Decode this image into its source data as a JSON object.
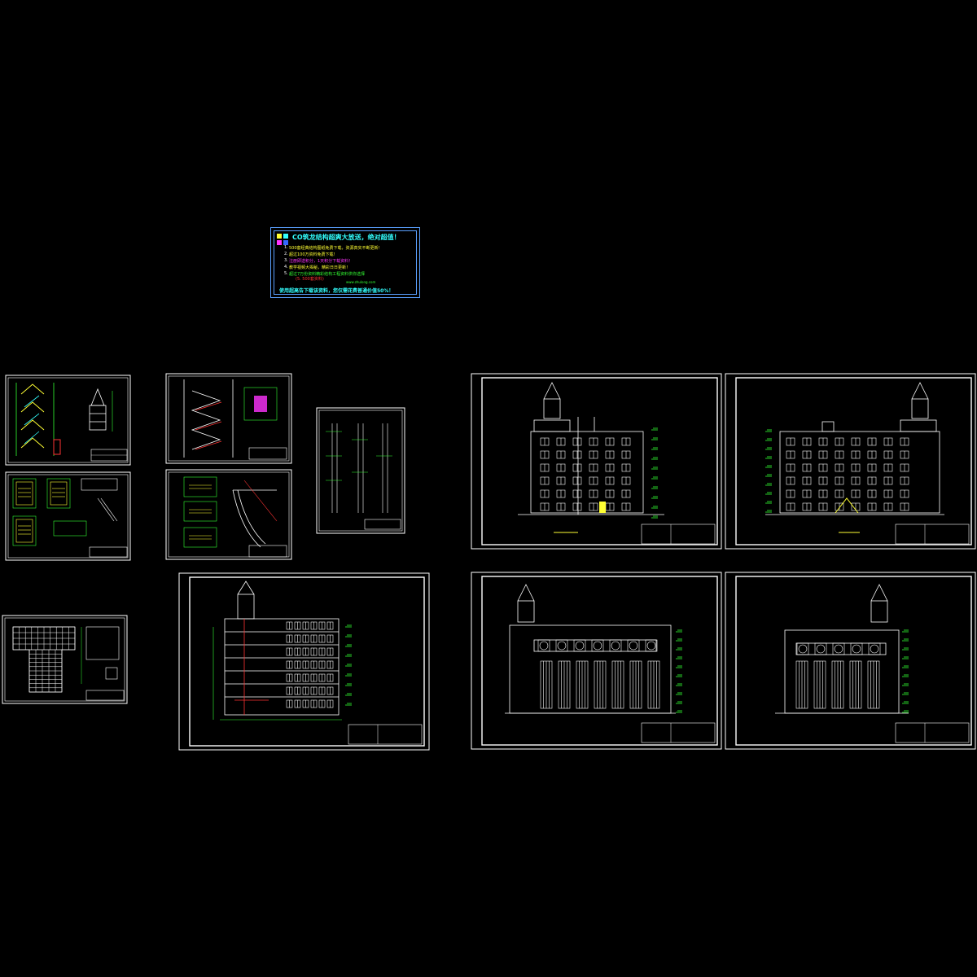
{
  "ad": {
    "title": "CO筑龙结构超爽大放送，绝对超值！",
    "lines": [
      {
        "num": "1.",
        "text": "500套经典结构图纸免费下载，资源真实不断更新！",
        "color": "#ffff33"
      },
      {
        "num": "2.",
        "text": "超过100万资料免费下载！",
        "color": "#ffff33"
      },
      {
        "num": "3.",
        "text": "注册即送积分，1天积分下载资料！",
        "color": "#ff33ff"
      },
      {
        "num": "4.",
        "text": "教学视频大揭秘，精彩日日更新！",
        "color": "#ffff33"
      },
      {
        "num": "5.",
        "text": "超过7万份资料精彩结构工程资料供你选择",
        "color": "#33ff33"
      },
      {
        "num": "",
        "text": "(5. 500套资料)",
        "color": "#ff3333"
      }
    ],
    "sub": "www.zhulong.com",
    "footer": "使用超高告下载该资料，您仅需花费普通价值50%！"
  },
  "colors": {
    "background": "#000000",
    "frame": "#ffffff",
    "line_white": "#ffffff",
    "line_green": "#33ff33",
    "line_yellow": "#ffff33",
    "line_magenta": "#ff33ff",
    "line_cyan": "#33ffff",
    "line_red": "#ff3333"
  }
}
